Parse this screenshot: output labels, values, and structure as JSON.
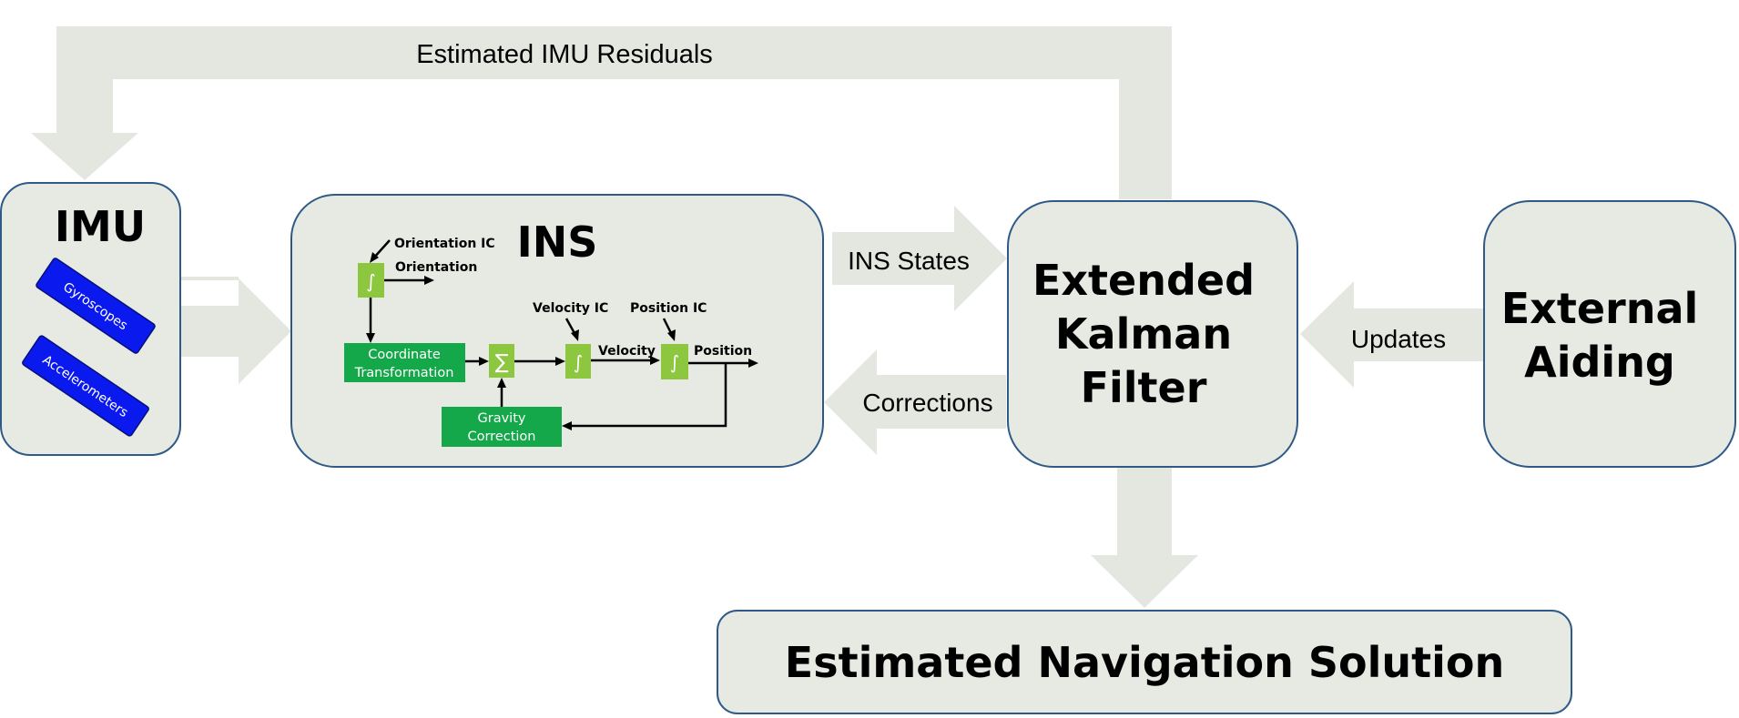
{
  "labels": {
    "residuals": "Estimated IMU Residuals",
    "imu": "IMU",
    "gyroscopes": "Gyroscopes",
    "accelerometers": "Accelerometers",
    "ins": "INS",
    "ins_states": "INS States",
    "corrections": "Corrections",
    "ekf_line1": "Extended",
    "ekf_line2": "Kalman",
    "ekf_line3": "Filter",
    "updates": "Updates",
    "aiding_line1": "External",
    "aiding_line2": "Aiding",
    "solution": "Estimated Navigation Solution"
  },
  "ins_detail": {
    "orientation_ic": "Orientation IC",
    "orientation": "Orientation",
    "coord_line1": "Coordinate",
    "coord_line2": "Transformation",
    "gravity_line1": "Gravity",
    "gravity_line2": "Correction",
    "velocity_ic": "Velocity IC",
    "velocity": "Velocity",
    "position_ic": "Position IC",
    "position": "Position",
    "integral_symbol": "∫",
    "sum_symbol": "∑"
  },
  "colors": {
    "panel_fill": "#e6eae3",
    "panel_border": "#2f5a87",
    "arrow_fill": "#e3e7e0",
    "sensor_blue": "#0a1aee",
    "block_green": "#14a84a",
    "integrator_green": "#8dc63f"
  }
}
